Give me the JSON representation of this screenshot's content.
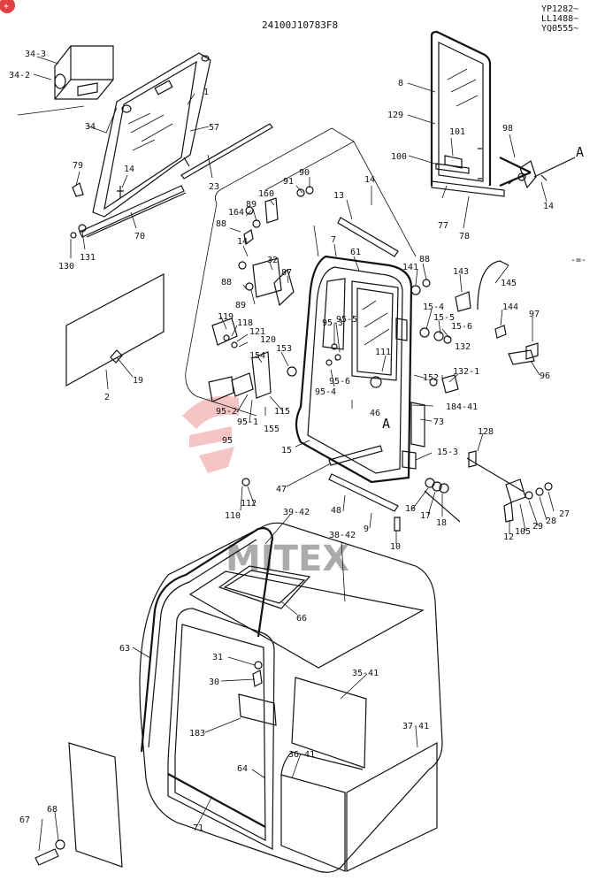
{
  "header": {
    "drawing_number": "24100J10783F8",
    "serial_1": "YP1282~",
    "serial_2": "LL1488~",
    "serial_3": "YQ0555~",
    "corner_mark": "-=-",
    "badge": "+"
  },
  "watermark": "MITEX",
  "callouts": {
    "c34_3": "34-3",
    "c34_2": "34-2",
    "c34": "34",
    "c1": "1",
    "c57": "57",
    "c79": "79",
    "c14a": "14",
    "c23": "23",
    "c70": "70",
    "c130": "130",
    "c131": "131",
    "c2": "2",
    "c19": "19",
    "c8": "8",
    "c129": "129",
    "c101": "101",
    "c98": "98",
    "c100": "100",
    "c77": "77",
    "c78": "78",
    "c14b": "14",
    "detailA1": "A",
    "c91": "91",
    "c90": "90",
    "c160": "160",
    "c13": "13",
    "c14c": "14",
    "c164": "164",
    "c89a": "89",
    "c88a": "88",
    "c14d": "14",
    "c32": "32",
    "c88b": "88",
    "c87": "87",
    "c89b": "89",
    "c7": "7",
    "c61": "61",
    "c141": "141",
    "c88c": "88",
    "c143": "143",
    "c145": "145",
    "c15_4": "15-4",
    "c15_5": "15-5",
    "c15_6": "15-6",
    "c144": "144",
    "c97": "97",
    "c119": "119",
    "c118": "118",
    "c121": "121",
    "c120": "120",
    "c153": "153",
    "c154": "154",
    "c95_3": "95-3",
    "c95_5": "95-5",
    "c95_6": "95-6",
    "c95_4": "95-4",
    "c111": "111",
    "c132": "132",
    "c132_1": "132-1",
    "c152": "152",
    "c96": "96",
    "c95_2": "95-2",
    "c95_1": "95-1",
    "c95": "95",
    "c115": "115",
    "c155": "155",
    "c46": "46",
    "c184_41": "184-41",
    "detailA2": "A",
    "c73": "73",
    "c128": "128",
    "c15_3": "15-3",
    "c15": "15",
    "c47": "47",
    "c110": "110",
    "c112": "112",
    "c48": "48",
    "c16": "16",
    "c17": "17",
    "c18": "18",
    "c9": "9",
    "c10": "10",
    "c27": "27",
    "c28": "28",
    "c29": "29",
    "c105": "105",
    "c12": "12",
    "c39_42": "39-42",
    "c38_42": "38-42",
    "c66": "66",
    "c63": "63",
    "c31": "31",
    "c30": "30",
    "c35_41": "35-41",
    "c183": "183",
    "c37_41": "37-41",
    "c36_41": "36-41",
    "c64": "64",
    "c71": "71",
    "c67": "67",
    "c68": "68"
  }
}
